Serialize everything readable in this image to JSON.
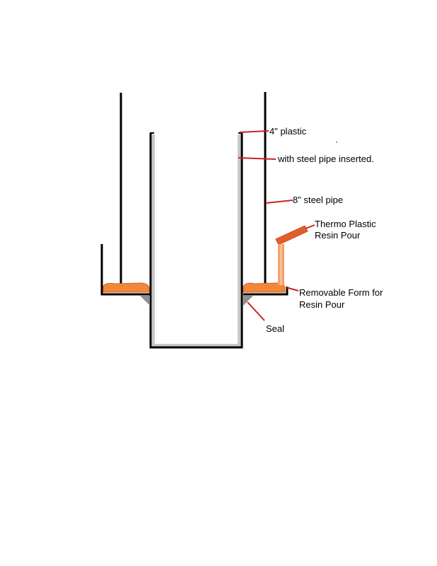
{
  "diagram": {
    "labels": {
      "plastic_4in": "4\" plastic",
      "steel_inserted": "with steel pipe inserted.",
      "steel_8in": "8\" steel pipe",
      "resin_pour_line1": "Thermo Plastic",
      "resin_pour_line2": "Resin Pour",
      "form_line1": "Removable Form for",
      "form_line2": "Resin Pour",
      "seal": "Seal"
    },
    "colors": {
      "pipe": "#000000",
      "pipe_inner": "#c8c8c8",
      "resin": "#f0883a",
      "resin_dark": "#e0602a",
      "leader": "#cc2222",
      "seal": "#909090",
      "background": "#ffffff"
    }
  }
}
